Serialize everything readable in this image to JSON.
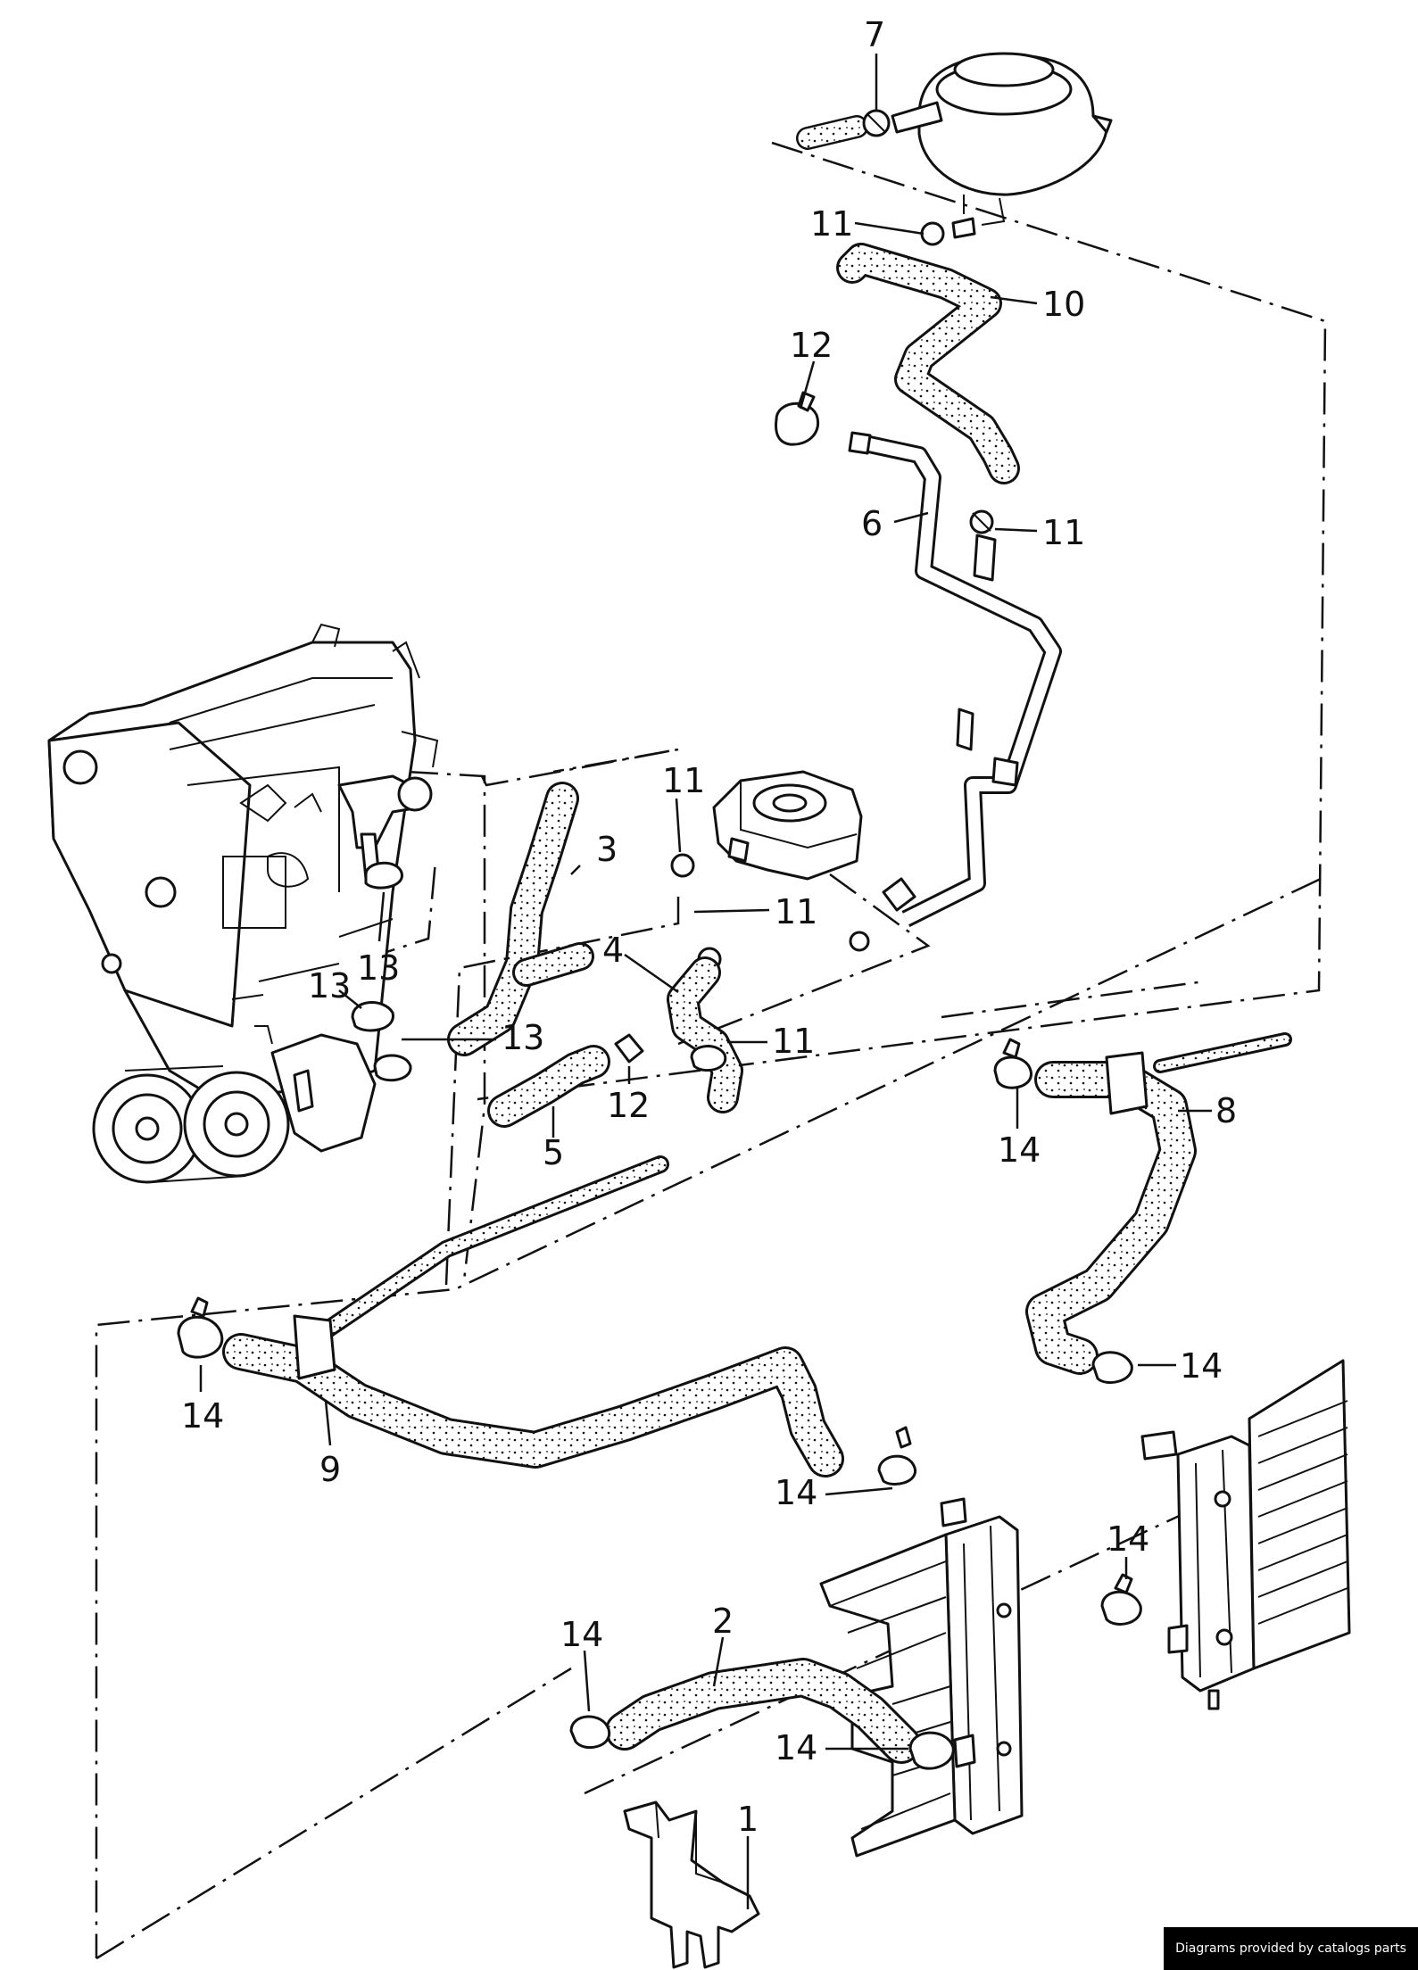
{
  "credit_text": "Diagrams provided by catalogs parts",
  "colors": {
    "ink": "#111111",
    "background": "#ffffff",
    "credit_bg": "#000000",
    "credit_fg": "#ffffff"
  },
  "callouts": [
    {
      "id": "c7",
      "text": "7"
    },
    {
      "id": "c11a",
      "text": "11"
    },
    {
      "id": "c10",
      "text": "10"
    },
    {
      "id": "c12a",
      "text": "12"
    },
    {
      "id": "c6",
      "text": "6"
    },
    {
      "id": "c11b",
      "text": "11"
    },
    {
      "id": "c11c",
      "text": "11"
    },
    {
      "id": "c3",
      "text": "3"
    },
    {
      "id": "c11d",
      "text": "11"
    },
    {
      "id": "c13a",
      "text": "13"
    },
    {
      "id": "c4",
      "text": "4"
    },
    {
      "id": "c13b",
      "text": "13"
    },
    {
      "id": "c13c",
      "text": "13"
    },
    {
      "id": "c11e",
      "text": "11"
    },
    {
      "id": "c12b",
      "text": "12"
    },
    {
      "id": "c5",
      "text": "5"
    },
    {
      "id": "c14a",
      "text": "14"
    },
    {
      "id": "c8",
      "text": "8"
    },
    {
      "id": "c14b",
      "text": "14"
    },
    {
      "id": "c14c",
      "text": "14"
    },
    {
      "id": "c9",
      "text": "9"
    },
    {
      "id": "c14d",
      "text": "14"
    },
    {
      "id": "c14e",
      "text": "14"
    },
    {
      "id": "c2",
      "text": "2"
    },
    {
      "id": "c14f",
      "text": "14"
    },
    {
      "id": "c14g",
      "text": "14"
    },
    {
      "id": "c1",
      "text": "1"
    }
  ]
}
